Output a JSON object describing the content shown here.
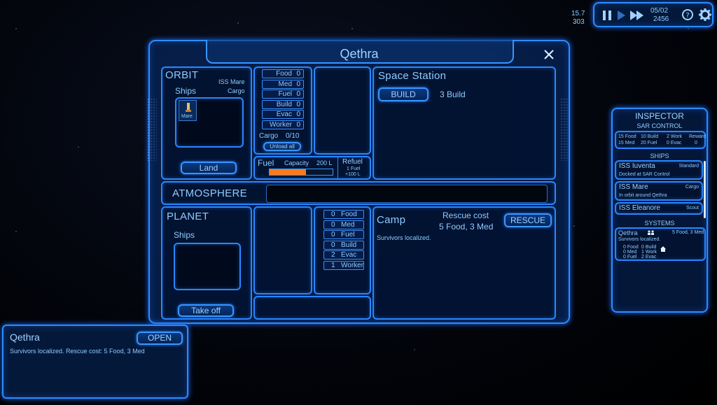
{
  "hud": {
    "speed": "15.7",
    "counter": "303",
    "date": "05/02",
    "year": "2456"
  },
  "modal": {
    "title": "Qethra",
    "orbit": {
      "heading": "ORBIT",
      "ship_name": "ISS Mare",
      "ship_type": "Cargo",
      "ships_label": "Ships",
      "ship_thumb_label": "Mare",
      "land_button": "Land"
    },
    "cargo": {
      "rows": [
        {
          "label": "Food",
          "value": "0"
        },
        {
          "label": "Med",
          "value": "0"
        },
        {
          "label": "Fuel",
          "value": "0"
        },
        {
          "label": "Build",
          "value": "0"
        },
        {
          "label": "Evac",
          "value": "0"
        },
        {
          "label": "Worker",
          "value": "0"
        }
      ],
      "cargo_label": "Cargo",
      "cargo_value": "0/10",
      "unload_button": "Unload all"
    },
    "fuel": {
      "label": "Fuel",
      "capacity_label": "Capacity",
      "capacity_value": "200 L",
      "fill_fraction": 0.58,
      "refuel_label": "Refuel",
      "refuel_cost": "1 Fuel",
      "refuel_amount": "+100 L"
    },
    "station": {
      "heading": "Space Station",
      "build_button": "BUILD",
      "build_count": "3 Build"
    },
    "atmosphere": {
      "heading": "ATMOSPHERE"
    },
    "planet": {
      "heading": "PLANET",
      "ships_label": "Ships",
      "takeoff_button": "Take off",
      "rows": [
        {
          "value": "0",
          "label": "Food"
        },
        {
          "value": "0",
          "label": "Med"
        },
        {
          "value": "0",
          "label": "Fuel"
        },
        {
          "value": "0",
          "label": "Build"
        },
        {
          "value": "2",
          "label": "Evac"
        },
        {
          "value": "1",
          "label": "Worker"
        }
      ]
    },
    "camp": {
      "heading": "Camp",
      "rescue_cost_label": "Rescue cost",
      "rescue_cost_value": "5 Food, 3 Med",
      "rescue_button": "RESCUE",
      "status": "Survivors localized."
    }
  },
  "inspector": {
    "title": "INSPECTOR",
    "subtitle": "SAR CONTROL",
    "summary": {
      "col1a": "15 Food",
      "col1b": "15 Med",
      "col2a": "10 Build",
      "col2b": "20 Fuel",
      "col3a": "2 Work",
      "col3b": "0 Evac",
      "col4a": "Reward",
      "col4b": "0"
    },
    "ships_heading": "SHIPS",
    "ships": [
      {
        "name": "ISS Iuventa",
        "type": "Standard",
        "status": "Docked at SAR Control"
      },
      {
        "name": "ISS Mare",
        "type": "Cargo",
        "status": "In orbit around Qethra"
      },
      {
        "name": "ISS Eleanore",
        "type": "Scout",
        "status": ""
      }
    ],
    "systems_heading": "SYSTEMS",
    "system": {
      "name": "Qethra",
      "cost": "5 Food, 3 Med",
      "status": "Survivors localized.",
      "r1": "0 Food",
      "r2": "0 Med",
      "r3": "0 Fuel",
      "r4": "0 Build",
      "r5": "1 Work",
      "r6": "2 Evac"
    }
  },
  "notification": {
    "title": "Qethra",
    "open_button": "OPEN",
    "message": "Survivors localized. Rescue cost: 5 Food, 3 Med"
  },
  "colors": {
    "accent": "#2e8bff",
    "fuel_bar": "#ff7a1a",
    "text": "#8ecbff"
  }
}
